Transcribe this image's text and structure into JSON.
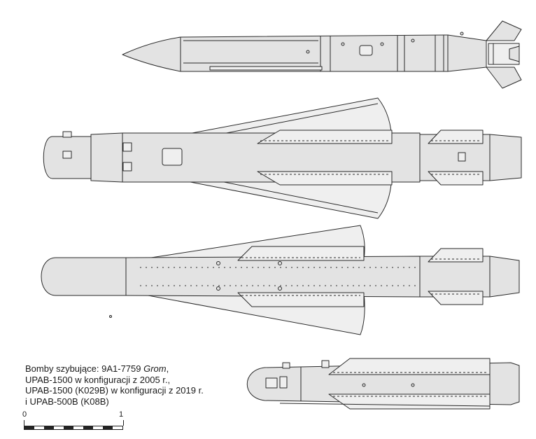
{
  "caption": {
    "line1_prefix": "Bomby szybujące: 9A1-7759 ",
    "line1_italic": "Grom",
    "line1_suffix": ",",
    "line2": "UPAB-1500 w konfiguracji z 2005 r.,",
    "line3": "UPAB-1500 (K029B) w konfiguracji z 2019 r.",
    "line4": "i UPAB-500B (K08B)"
  },
  "scale_bar": {
    "start_label": "0",
    "end_label": "1"
  },
  "colors": {
    "line": "#2a2a2a",
    "fill": "#e3e3e3",
    "fill_light": "#efefef",
    "background": "#ffffff"
  }
}
